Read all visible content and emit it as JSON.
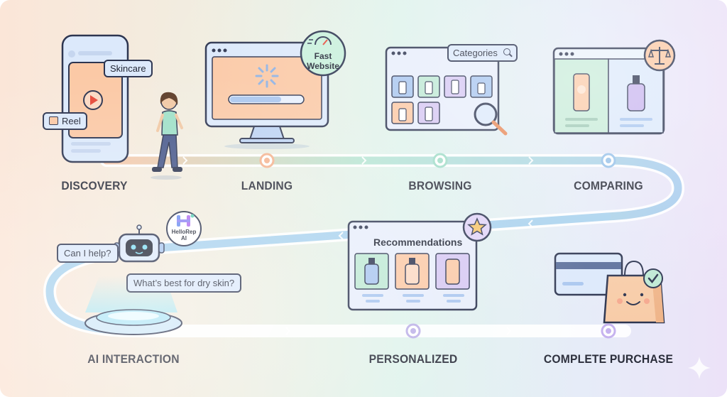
{
  "stages": [
    {
      "label": "DISCOVERY"
    },
    {
      "label": "LANDING"
    },
    {
      "label": "BROWSING"
    },
    {
      "label": "COMPARING"
    },
    {
      "label": "AI INTERACTION"
    },
    {
      "label": "PERSONALIZED"
    },
    {
      "label": "COMPLETE PURCHASE"
    }
  ],
  "discovery": {
    "skincare_tag": "Skincare",
    "reel_tag": "Reel"
  },
  "landing": {
    "badge_line1": "Fast",
    "badge_line2": "Website"
  },
  "browsing": {
    "search_label": "Categories"
  },
  "ai": {
    "logo_line1": "HelloRep",
    "logo_line2": "AI",
    "bot_bubble": "Can I help?",
    "user_bubble": "What’s best for dry skin?"
  },
  "personalized": {
    "panel_title": "Recommendations"
  },
  "icons": [
    "play-icon",
    "reel-icon",
    "speedometer-icon",
    "search-icon",
    "magnifier-icon",
    "scale-icon",
    "star-icon",
    "check-icon",
    "robot-icon",
    "shopping-bag-icon",
    "credit-card-icon",
    "sparkle-icon"
  ],
  "colors": {
    "path_blue": "#aecdf3",
    "accent_peach": "#fbc9a6",
    "accent_mint": "#bfe9d5",
    "accent_lilac": "#d6c8f3",
    "outline": "#2d3550"
  }
}
